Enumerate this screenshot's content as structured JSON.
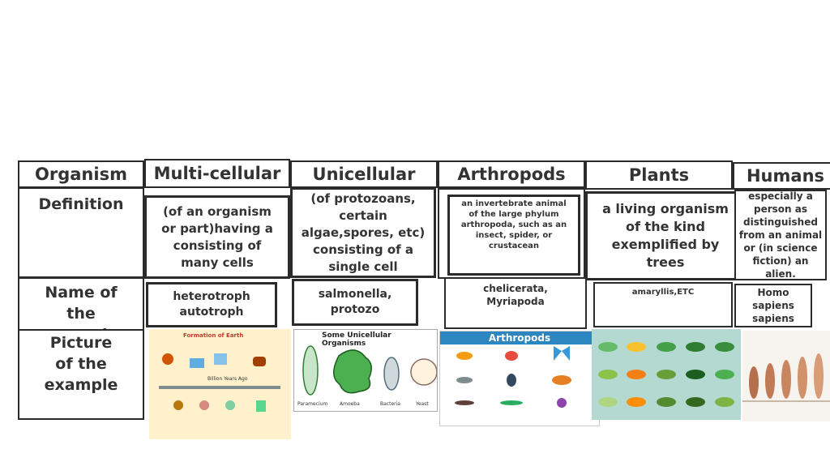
{
  "headers": {
    "organism": "Organism",
    "multicellular": "Multi-cellular",
    "unicellular": "Unicellular",
    "arthropods": "Arthropods",
    "plants": "Plants",
    "humans": "Humans"
  },
  "rows": {
    "definition": "Definition",
    "name": "Name of the example",
    "picture": "Picture of the example"
  },
  "definitions": {
    "multicellular": "(of an organism or part)having a consisting of many cells",
    "unicellular": "(of protozoans, certain algae,spores, etc) consisting of a single cell",
    "arthropods": "an invertebrate animal of the large phylum arthropoda, such as an insect, spider, or crustacean",
    "plants": "a living organism of the kind exemplified by trees",
    "humans": "especially a person as distinguished from an animal or (in science fiction) an alien."
  },
  "names": {
    "multicellular": "heterotroph autotroph",
    "unicellular": "salmonella, protozo",
    "arthropods": "chelicerata, Myriapoda",
    "plants": "amaryllis,ETC",
    "humans": "Homo sapiens sapiens"
  },
  "pictures": {
    "earth_title": "Formation of Earth",
    "earth_axis": "Billion Years Ago",
    "unicellular_title": "Some Unicellular Organisms",
    "unicellular_labels": [
      "Paramecium",
      "Amoeba",
      "Bacteria",
      "Yeast"
    ],
    "arthropods_title": "Arthropods"
  }
}
